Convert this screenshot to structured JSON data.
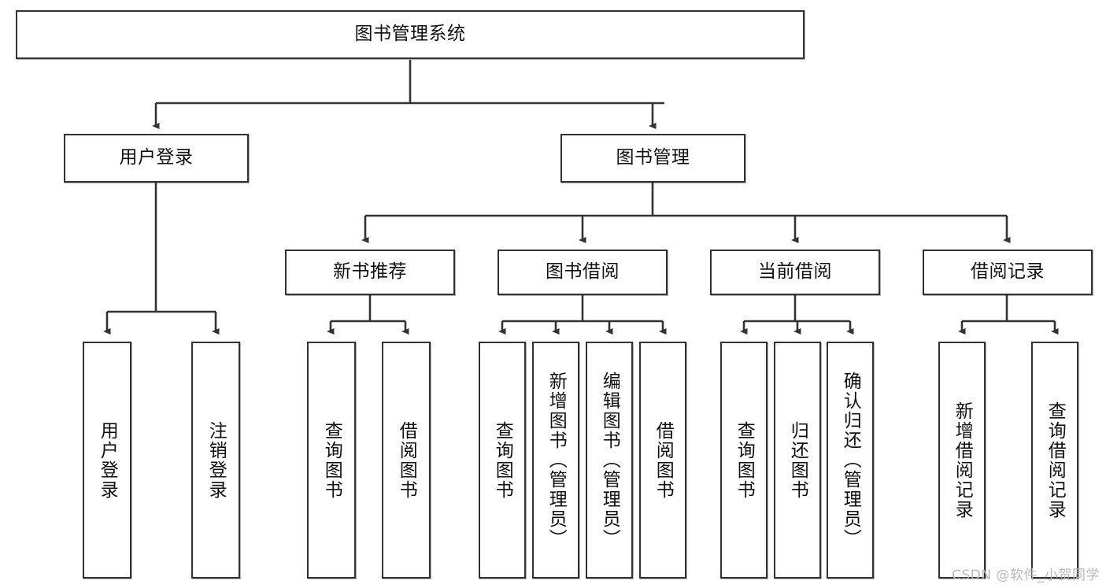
{
  "diagram": {
    "title": "图书管理系统",
    "type": "tree-hierarchy-chart",
    "watermark": "CSDN @软件_小贺同学",
    "colors": {
      "box_border": "#333333",
      "box_fill": "#ffffff",
      "edge": "#333333",
      "text": "#111111",
      "watermark": "#b9b9b9"
    },
    "root": {
      "label": "图书管理系统"
    },
    "level2": [
      {
        "label": "用户登录"
      },
      {
        "label": "图书管理"
      }
    ],
    "level3": [
      {
        "label": "新书推荐"
      },
      {
        "label": "图书借阅"
      },
      {
        "label": "当前借阅"
      },
      {
        "label": "借阅记录"
      }
    ],
    "leaves": {
      "user_login": [
        {
          "label": "用户登录"
        },
        {
          "label": "注销登录"
        }
      ],
      "new_book_recommend": [
        {
          "label": "查询图书"
        },
        {
          "label": "借阅图书"
        }
      ],
      "book_borrow": [
        {
          "label": "查询图书"
        },
        {
          "label": "新增图书（管理员）"
        },
        {
          "label": "编辑图书（管理员）"
        },
        {
          "label": "借阅图书"
        }
      ],
      "current_borrow": [
        {
          "label": "查询图书"
        },
        {
          "label": "归还图书"
        },
        {
          "label": "确认归还（管理员）"
        }
      ],
      "borrow_record": [
        {
          "label": "新增借阅记录"
        },
        {
          "label": "查询借阅记录"
        }
      ]
    }
  }
}
